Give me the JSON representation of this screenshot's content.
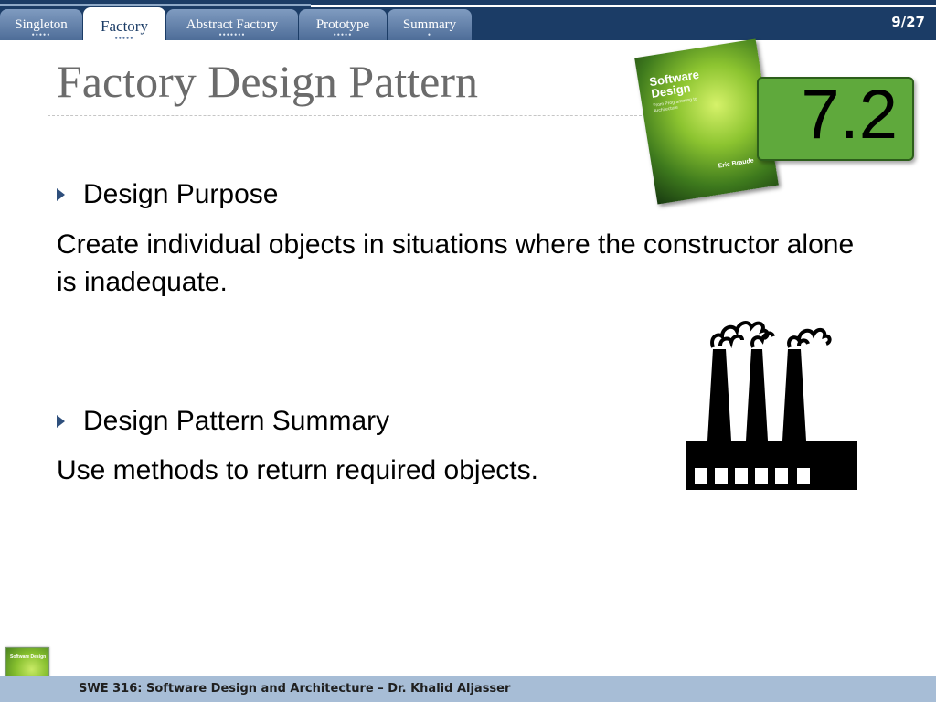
{
  "nav": {
    "tabs": [
      {
        "label": "Singleton",
        "dots": "•••••"
      },
      {
        "label": "Factory",
        "dots": "•••••"
      },
      {
        "label": "Abstract Factory",
        "dots": "•••••••"
      },
      {
        "label": "Prototype",
        "dots": "•••••"
      },
      {
        "label": "Summary",
        "dots": "•"
      }
    ],
    "active_tab": "Factory",
    "page": "9/27"
  },
  "slide": {
    "title": "Factory Design Pattern",
    "section_number": "7.2",
    "bullets": [
      {
        "heading": "Design Purpose",
        "text": "Create individual objects in situations where the constructor alone is inadequate."
      },
      {
        "heading": "Design Pattern Summary",
        "text": "Use methods to return required objects."
      }
    ]
  },
  "book": {
    "title": "Software Design",
    "subtitle": "From Programming to Architecture",
    "author": "Eric Braude"
  },
  "thumbnail": {
    "title": "Software Design"
  },
  "footer": {
    "text": "SWE 316: Software Design and Architecture – Dr. Khalid Aljasser"
  },
  "icons": {
    "factory": "factory-icon",
    "bullet": "triangle-right-icon"
  },
  "colors": {
    "nav": "#1b3c66",
    "badge": "#5fa93c",
    "footer": "#a7bdd6",
    "title": "#6b6b6b"
  }
}
